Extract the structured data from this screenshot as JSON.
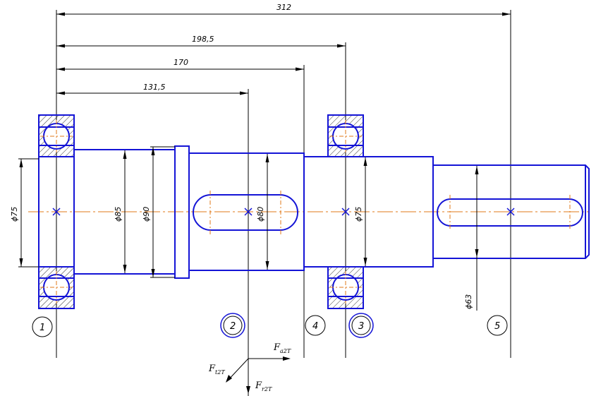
{
  "dimensions": {
    "overall": "312",
    "d1": "198,5",
    "d2": "170",
    "d3": "131,5"
  },
  "diameters": {
    "bearing_left": "ϕ75",
    "section_85": "ϕ85",
    "collar_90": "ϕ90",
    "key_section_80": "ϕ80",
    "bearing_right": "ϕ75",
    "output_63": "ϕ63"
  },
  "points": {
    "p1": "1",
    "p2": "2",
    "p3": "4",
    "p4": "3",
    "p5": "5"
  },
  "forces": {
    "fa": {
      "base": "F",
      "sub": "a2T"
    },
    "ft": {
      "base": "F",
      "sub": "t2T"
    },
    "fr": {
      "base": "F",
      "sub": "r2T"
    }
  },
  "colors": {
    "shaft": "#1414d6",
    "axis": "#e07a1a",
    "lines": "#000000"
  }
}
